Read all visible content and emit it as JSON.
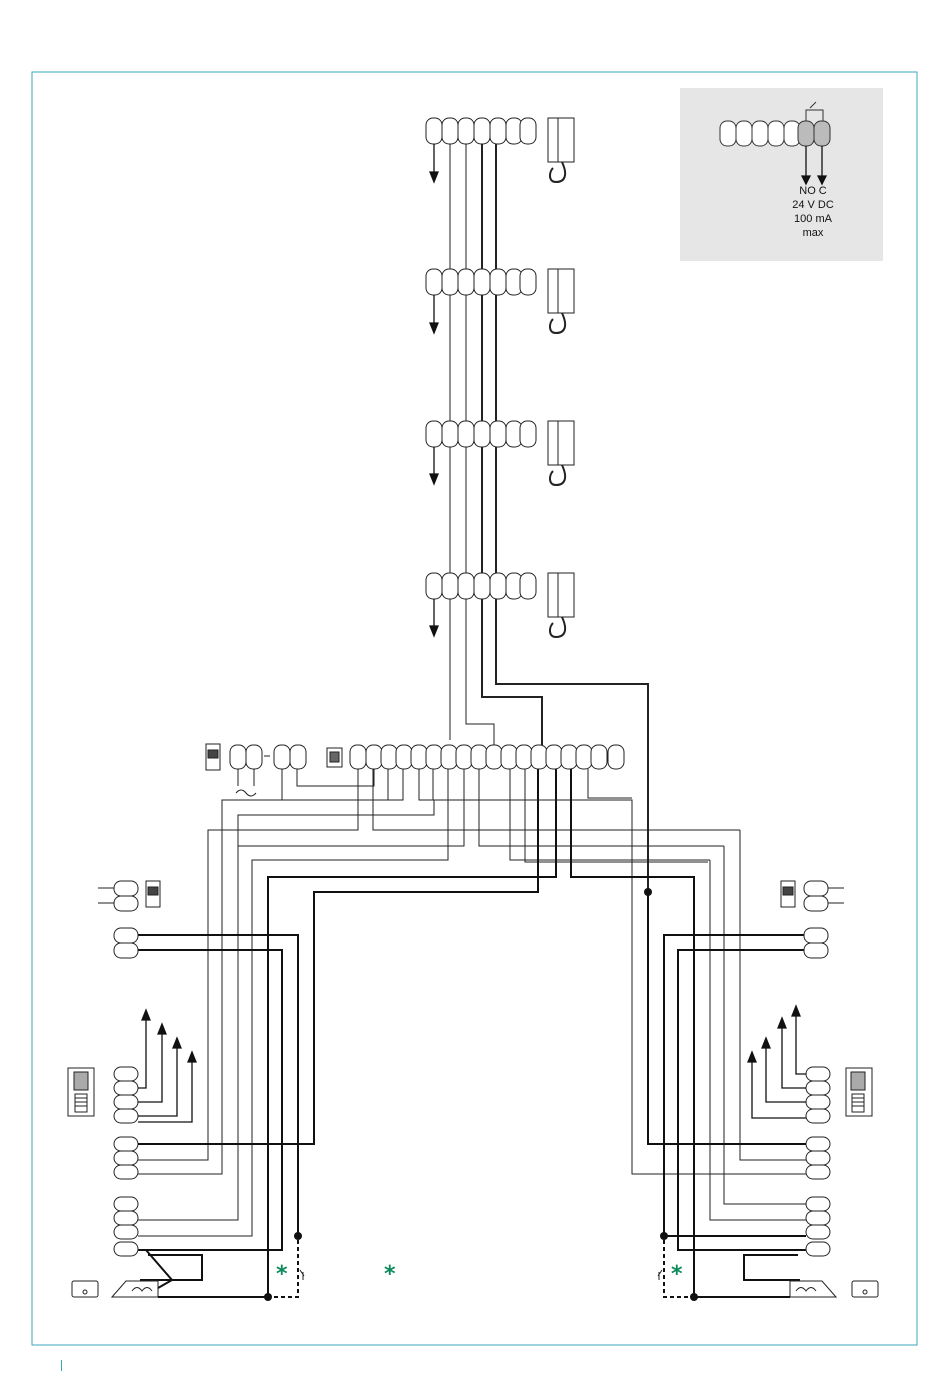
{
  "inset": {
    "contact_label": "NO C",
    "voltage": "24 V DC",
    "current": "100 mA",
    "max_label": "max"
  },
  "annotations": {
    "star_symbol": "*",
    "star_color": "#0c8a5a"
  },
  "colors": {
    "frame": "#3aa7b8",
    "inset_background": "#e6e6e6",
    "wire": "#111111"
  },
  "icons": [
    "intercom-handset-icon",
    "power-supply-icon",
    "controller-module-icon",
    "entrance-panel-icon",
    "door-lock-icon",
    "camera-icon",
    "relay-contact-icon"
  ]
}
